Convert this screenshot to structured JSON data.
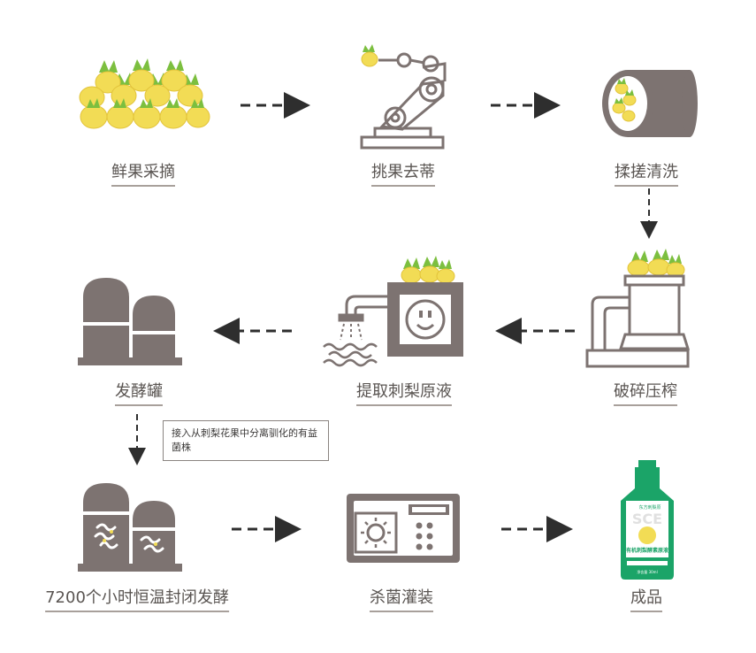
{
  "colors": {
    "machine": "#7d7371",
    "arrow": "#2e2e2e",
    "fruit": "#f2dc55",
    "leaf": "#7cbf3f",
    "bottle_green": "#1ba468",
    "note_border": "#8a8480",
    "label_text": "#5a5552"
  },
  "steps": [
    {
      "label": "鲜果采摘",
      "icon": "fruit-pile-icon"
    },
    {
      "label": "挑果去蒂",
      "icon": "robot-arm-icon"
    },
    {
      "label": "揉搓清洗",
      "icon": "washing-drum-icon"
    },
    {
      "label": "破碎压榨",
      "icon": "press-machine-icon"
    },
    {
      "label": "提取刺梨原液",
      "icon": "extractor-icon"
    },
    {
      "label": "发酵罐",
      "icon": "fermentation-tanks-icon"
    },
    {
      "label": "7200个小时恒温封闭发酵",
      "icon": "sealed-fermentation-tanks-icon"
    },
    {
      "label": "杀菌灌装",
      "icon": "sterilize-filling-machine-icon"
    },
    {
      "label": "成品",
      "icon": "product-bottle-icon"
    }
  ],
  "note": "接入从刺梨花果中分离驯化的有益菌株",
  "bottle": {
    "logo_text": "SCE",
    "brand": "东方刺梨原",
    "product_name": "有机刺梨酵素原液",
    "footer": "净含量 30ml"
  }
}
